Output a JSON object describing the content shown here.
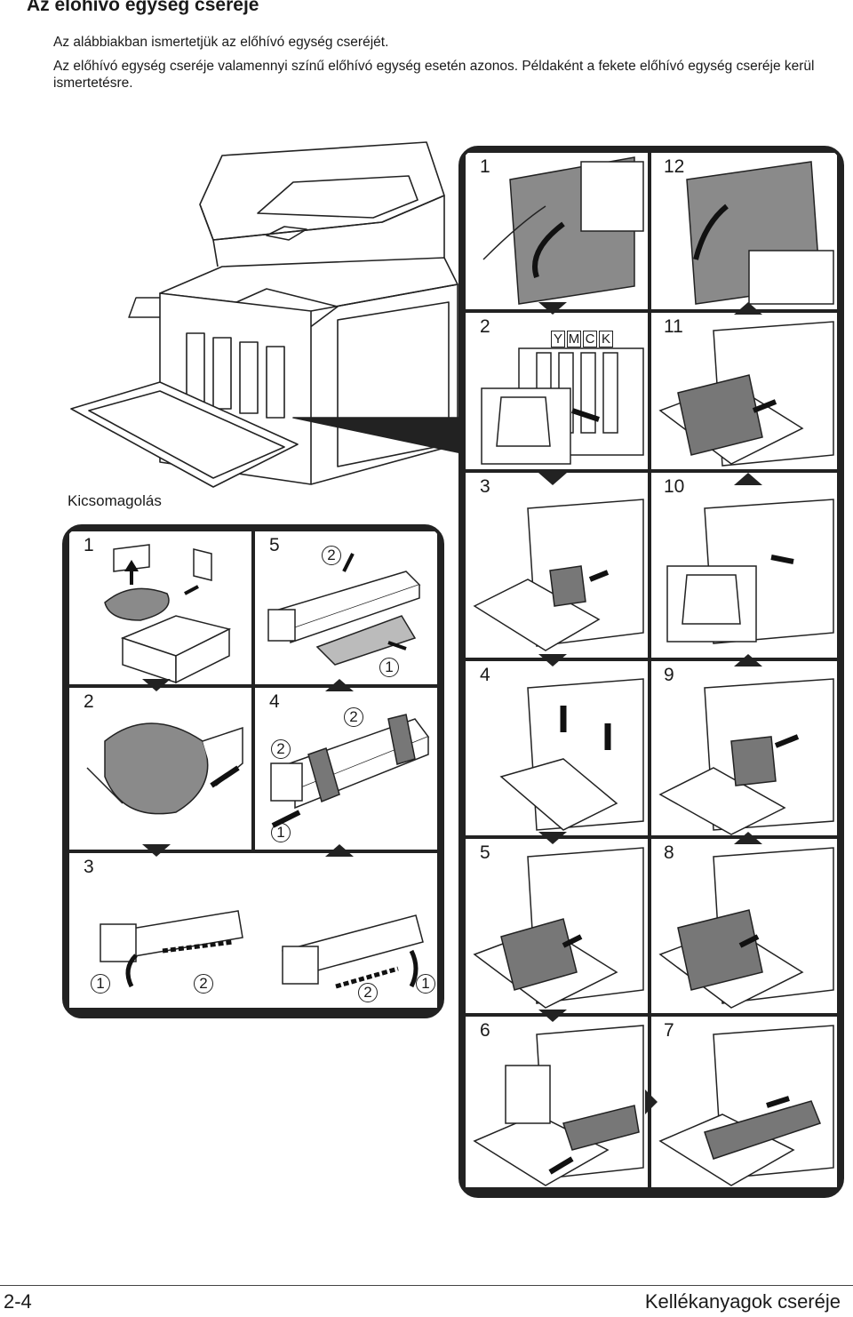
{
  "page": {
    "title": "Az előhívó egység cseréje",
    "intro_lines": [
      "Az alábbiakban ismertetjük az előhívó egység cseréjét.",
      "Az előhívó egység cseréje valamennyi színű előhívó egység esetén azonos. Példaként a fekete előhívó egység cseréje kerül ismertetésre."
    ],
    "unpack_label": "Kicsomagolás",
    "footer_left": "2-4",
    "footer_right": "Kellékanyagok cseréje"
  },
  "unpack_steps": [
    {
      "num": "1"
    },
    {
      "num": "2"
    },
    {
      "num": "3"
    },
    {
      "num": "4"
    },
    {
      "num": "5"
    }
  ],
  "callouts": {
    "one": "1",
    "two": "2"
  },
  "main_steps": [
    {
      "num": "1"
    },
    {
      "num": "2"
    },
    {
      "num": "3"
    },
    {
      "num": "4"
    },
    {
      "num": "5"
    },
    {
      "num": "6"
    },
    {
      "num": "7"
    },
    {
      "num": "8"
    },
    {
      "num": "9"
    },
    {
      "num": "10"
    },
    {
      "num": "11"
    },
    {
      "num": "12"
    }
  ],
  "toner_slots": [
    "Y",
    "M",
    "C",
    "K"
  ],
  "colors": {
    "frame": "#222222",
    "arrow": "#111111",
    "shade": "#8a8a8a"
  }
}
